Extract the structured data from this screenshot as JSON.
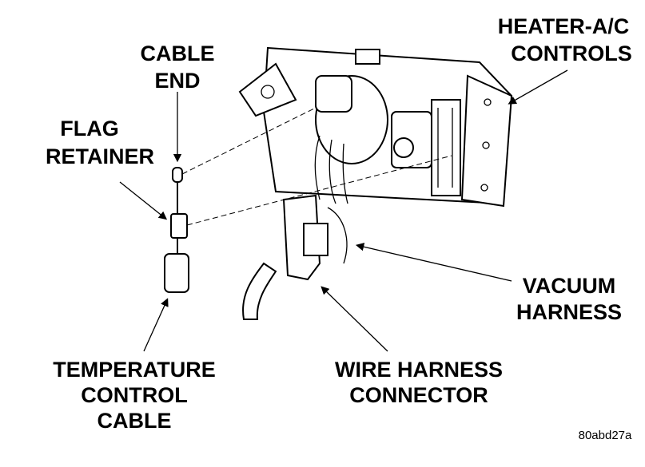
{
  "labels": {
    "heater_controls": [
      "HEATER-A/C",
      "CONTROLS"
    ],
    "cable_end": [
      "CABLE",
      "END"
    ],
    "flag_retainer": [
      "FLAG",
      "RETAINER"
    ],
    "vacuum_harness": [
      "VACUUM",
      "HARNESS"
    ],
    "temperature_cable": [
      "TEMPERATURE",
      "CONTROL",
      "CABLE"
    ],
    "wire_harness_connector": [
      "WIRE HARNESS",
      "CONNECTOR"
    ]
  },
  "figure_code": "80abd27a"
}
